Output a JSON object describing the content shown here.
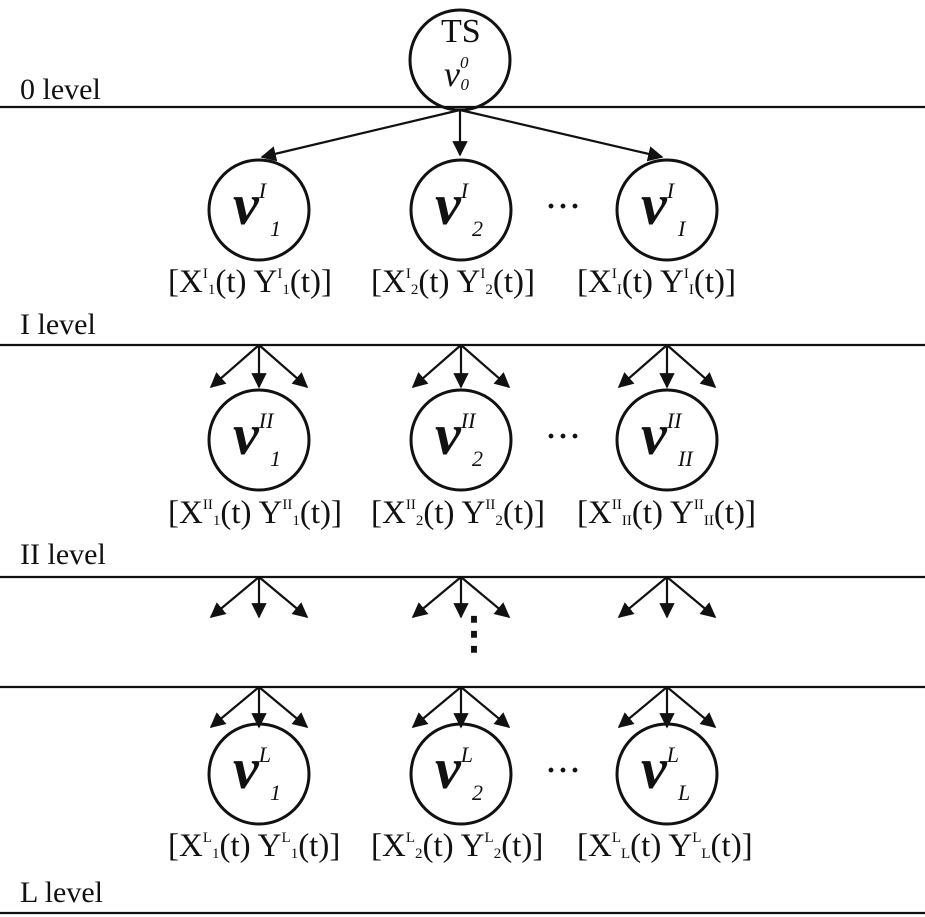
{
  "levels": {
    "level0": "0 level",
    "level1": "I level",
    "level2": "II level",
    "levelL": "L level"
  },
  "root": {
    "title": "TS",
    "symbol": "v",
    "sup": "0",
    "sub": "0"
  },
  "nodes": {
    "I": [
      {
        "symbol": "v",
        "sup": "I",
        "sub": "1"
      },
      {
        "symbol": "v",
        "sup": "I",
        "sub": "2"
      },
      {
        "symbol": "v",
        "sup": "I",
        "sub": "I"
      }
    ],
    "II": [
      {
        "symbol": "v",
        "sup": "II",
        "sub": "1"
      },
      {
        "symbol": "v",
        "sup": "II",
        "sub": "2"
      },
      {
        "symbol": "v",
        "sup": "II",
        "sub": "II"
      }
    ],
    "L": [
      {
        "symbol": "v",
        "sup": "L",
        "sub": "1"
      },
      {
        "symbol": "v",
        "sup": "L",
        "sub": "2"
      },
      {
        "symbol": "v",
        "sup": "L",
        "sub": "L"
      }
    ]
  },
  "states": {
    "I": [
      {
        "open": "[X",
        "sup": "I",
        "sub": "1",
        "mid": "(t) Y",
        "sup2": "I",
        "sub2": "1",
        "close": "(t)]"
      },
      {
        "open": "[X",
        "sup": "I",
        "sub": "2",
        "mid": "(t) Y",
        "sup2": "I",
        "sub2": "2",
        "close": "(t)]"
      },
      {
        "open": "[X",
        "sup": "I",
        "sub": "I",
        "mid": "(t) Y",
        "sup2": "I",
        "sub2": "I",
        "close": "(t)]"
      }
    ],
    "II": [
      {
        "open": "[X",
        "sup": "II",
        "sub": "1",
        "mid": "(t) Y",
        "sup2": "II",
        "sub2": "1",
        "close": "(t)]"
      },
      {
        "open": "[X",
        "sup": "II",
        "sub": "2",
        "mid": "(t) Y",
        "sup2": "II",
        "sub2": "2",
        "close": "(t)]"
      },
      {
        "open": "[X",
        "sup": "II",
        "sub": "II",
        "mid": "(t) Y",
        "sup2": "II",
        "sub2": "II",
        "close": "(t)]"
      }
    ],
    "L": [
      {
        "open": "[X",
        "sup": "L",
        "sub": "1",
        "mid": "(t) Y",
        "sup2": "L",
        "sub2": "1",
        "close": "(t)]"
      },
      {
        "open": "[X",
        "sup": "L",
        "sub": "2",
        "mid": "(t) Y",
        "sup2": "L",
        "sub2": "2",
        "close": "(t)]"
      },
      {
        "open": "[X",
        "sup": "L",
        "sub": "L",
        "mid": "(t) Y",
        "sup2": "L",
        "sub2": "L",
        "close": "(t)]"
      }
    ]
  },
  "ellipsis": {
    "horizontal": "···",
    "vertical": "⋮"
  }
}
